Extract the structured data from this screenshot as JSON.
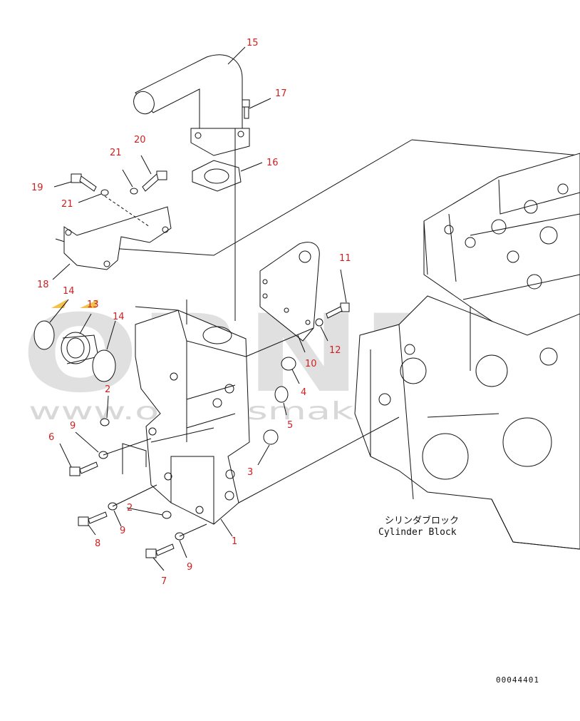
{
  "callouts": {
    "c1": "1",
    "c2a": "2",
    "c2b": "2",
    "c3": "3",
    "c4": "4",
    "c5": "5",
    "c6": "6",
    "c7": "7",
    "c8": "8",
    "c9a": "9",
    "c9b": "9",
    "c9c": "9",
    "c10": "10",
    "c11": "11",
    "c12": "12",
    "c13": "13",
    "c14a": "14",
    "c14b": "14",
    "c15": "15",
    "c16": "16",
    "c17": "17",
    "c18": "18",
    "c19": "19",
    "c20": "20",
    "c21a": "21",
    "c21b": "21"
  },
  "block_label": {
    "jp": "シリンダブロック",
    "en": "Cylinder Block"
  },
  "drawing_code": "00044401",
  "watermark": {
    "logo": "ORNEK",
    "url": "www.orneksmakina.com.tr"
  },
  "colors": {
    "callout": "#d21f1f",
    "marker": "#f2c14e",
    "watermark": "#c8c8c8"
  }
}
